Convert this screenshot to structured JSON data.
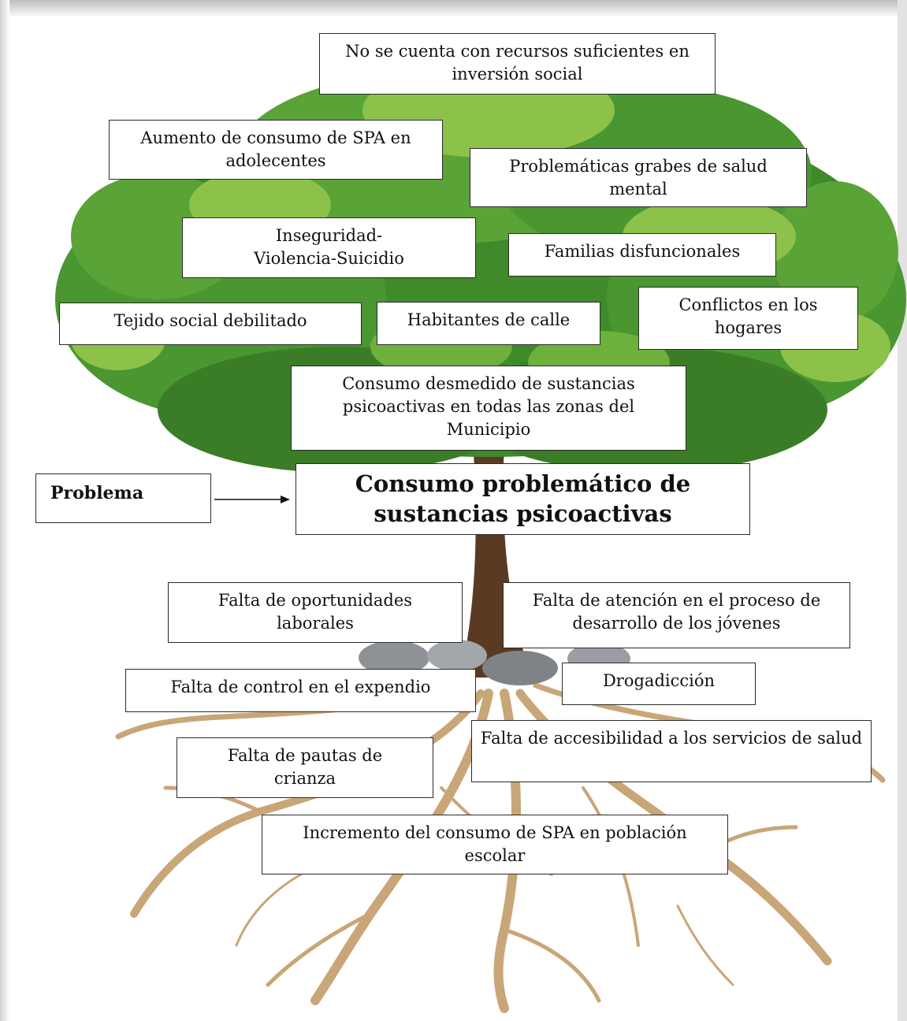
{
  "diagram": {
    "type": "problem-tree",
    "problem_label": "Problema",
    "core_problem": "Consumo problemático de sustancias psicoactivas",
    "effects": [
      "No se cuenta con recursos suficientes en inversión social",
      "Aumento de consumo de SPA en adolecentes",
      "Problemáticas grabes de salud mental",
      "Inseguridad-Violencia-Suicidio",
      "Familias disfuncionales",
      "Tejido social debilitado",
      "Habitantes de calle",
      "Conflictos en los hogares",
      "Consumo desmedido de sustancias psicoactivas en todas las zonas del Municipio"
    ],
    "causes": [
      "Falta de oportunidades laborales",
      "Falta de atención en el proceso de desarrollo de los jóvenes",
      "Falta de control en el expendio",
      "Drogadicción",
      "Falta de pautas de crianza",
      "Falta de accesibilidad a los servicios de salud",
      "Incremento del consumo de SPA en población escolar"
    ]
  },
  "colors": {
    "canopy_dark": "#3f8a2a",
    "canopy_mid": "#5aa336",
    "canopy_light": "#8cc24a",
    "trunk": "#5a3a22",
    "roots": "#c9a677",
    "rocks": "#8e9296",
    "box_border": "#2a2a2a",
    "frame_shadow": "#c9c9c9"
  }
}
